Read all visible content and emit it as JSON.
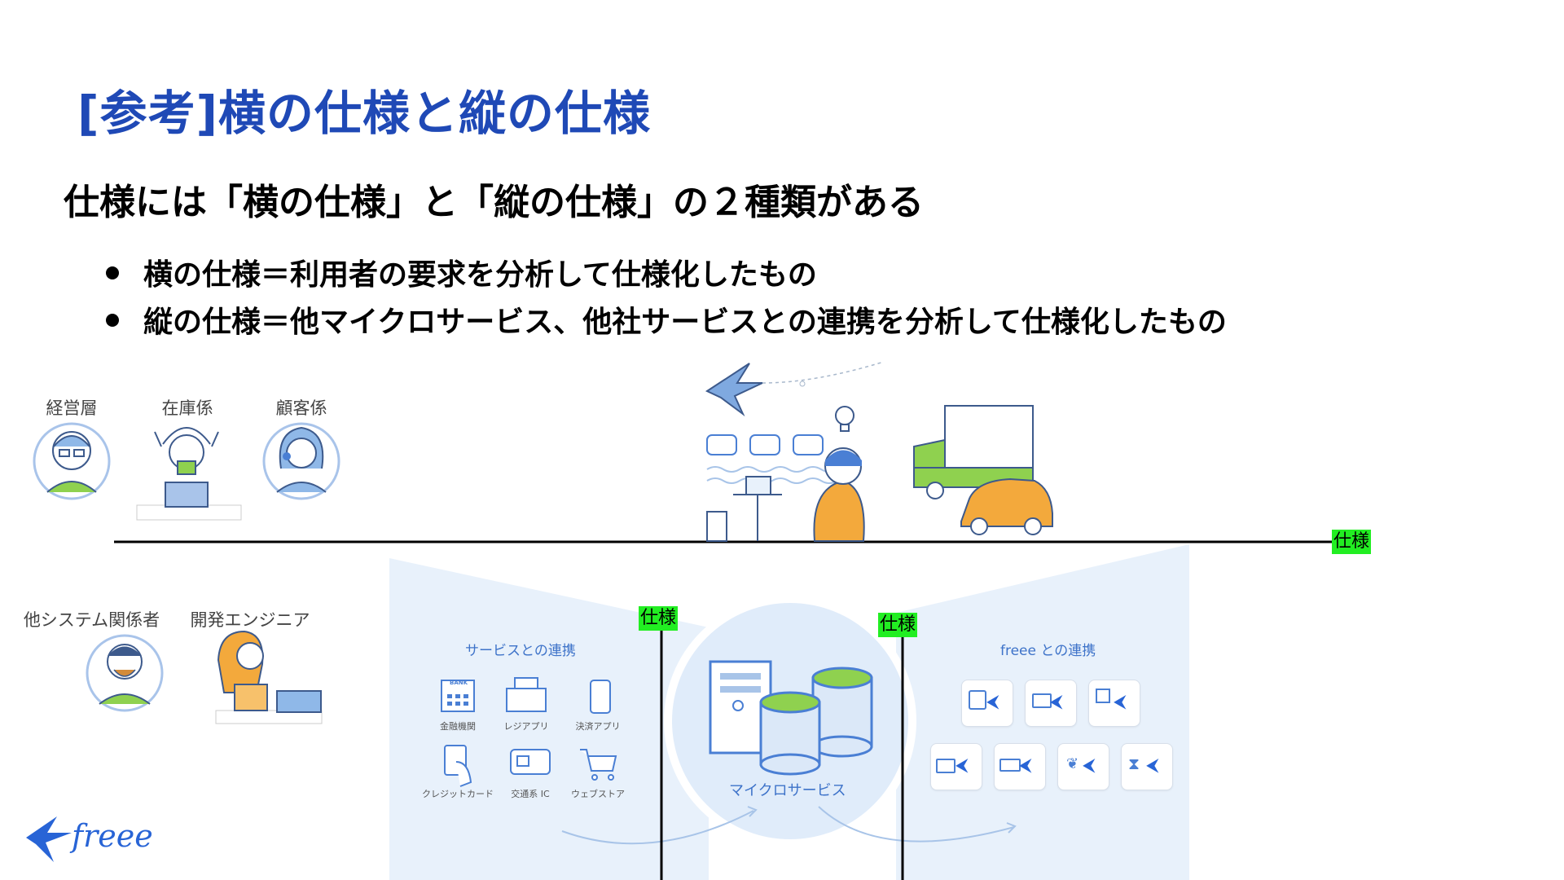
{
  "slide": {
    "title": "[参考]横の仕様と縦の仕様",
    "subtitle": "仕様には「横の仕様」と「縦の仕様」の２種類がある",
    "bullets": [
      "横の仕様＝利用者の要求を分析して仕様化したもの",
      "縦の仕様＝他マイクロサービス、他社サービスとの連携を分析して仕様化したもの"
    ]
  },
  "roles_top": [
    "経営層",
    "在庫係",
    "顧客係"
  ],
  "roles_bottom": [
    "他システム関係者",
    "開発エンジニア"
  ],
  "spec_tags": {
    "horizontal": "仕様",
    "vertical_left": "仕様",
    "vertical_right": "仕様"
  },
  "services_panel": {
    "title": "サービスとの連携",
    "items": [
      "金融機関",
      "レジアプリ",
      "決済アプリ",
      "クレジットカード",
      "交通系 IC",
      "ウェブストア"
    ],
    "bank_sign": "BANK"
  },
  "center": {
    "label": "マイクロサービス"
  },
  "freee_panel": {
    "title": "freee との連携"
  },
  "logo": {
    "text": "freee"
  },
  "colors": {
    "title": "#1f49b6",
    "tag": "#22ee22",
    "panel_bg": "#e8f1fb",
    "accent_blue": "#4a7fd4",
    "illustration_blue": "#7fa9e0",
    "green": "#8fd14f",
    "orange": "#f3a93c"
  }
}
